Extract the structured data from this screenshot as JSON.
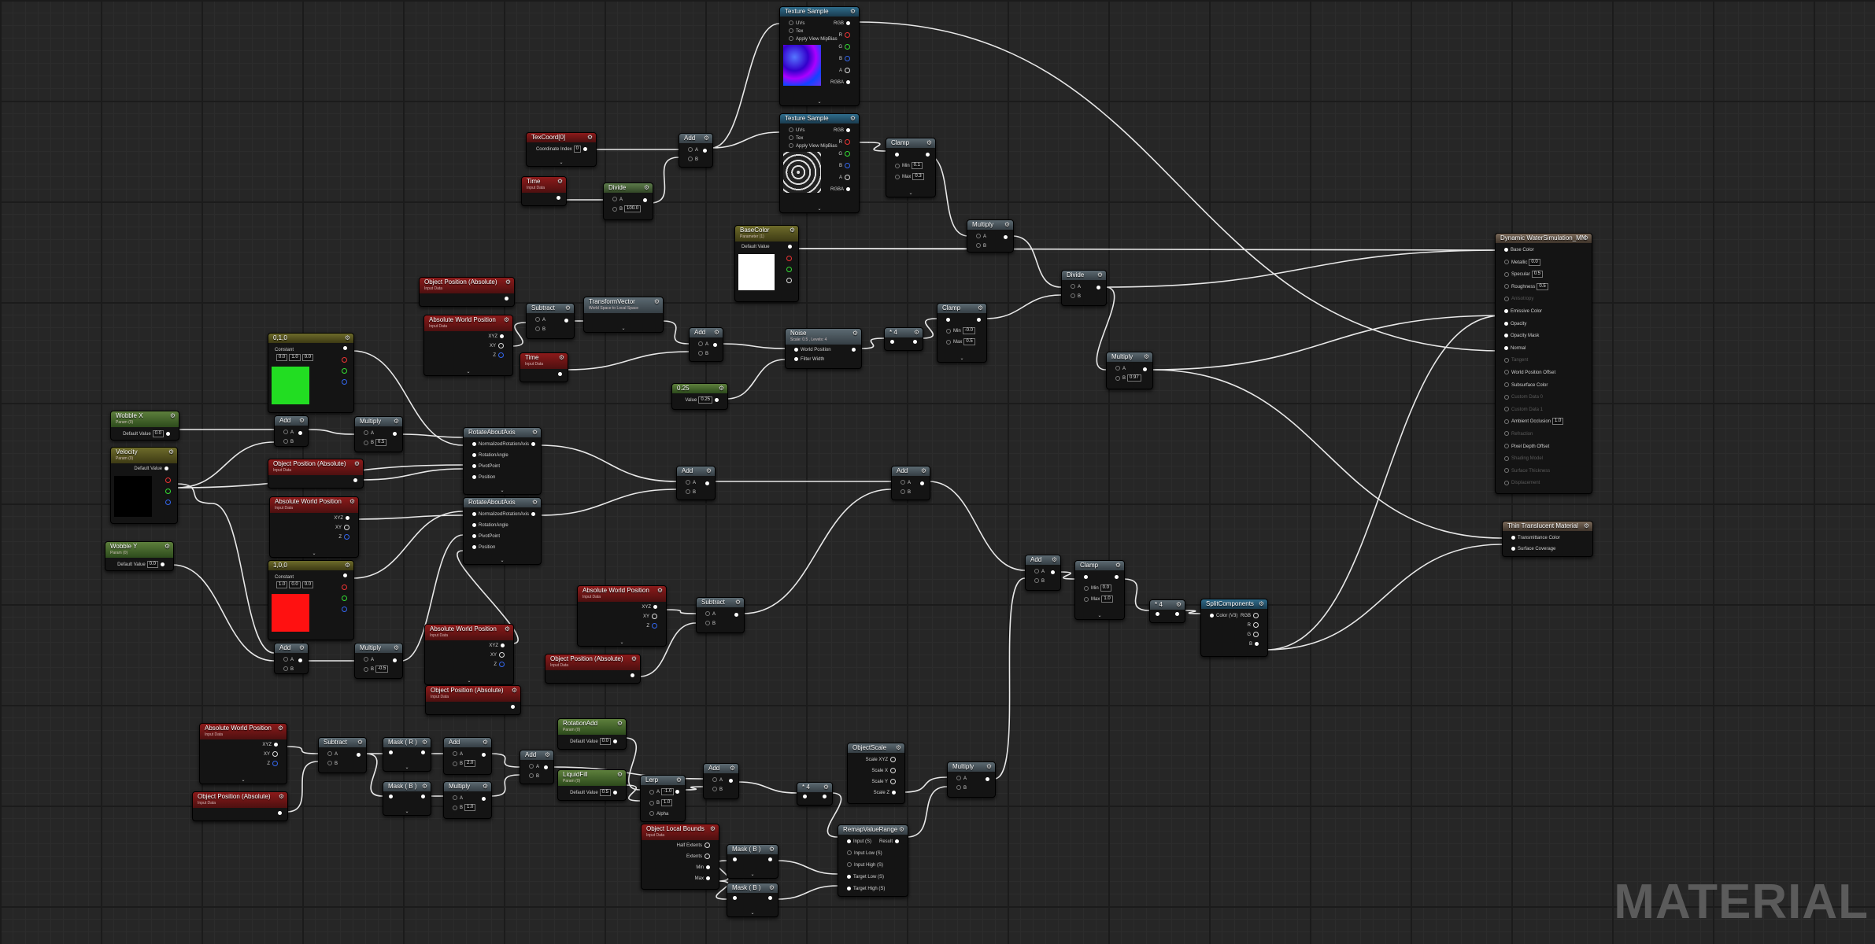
{
  "watermark": "MATERIAL",
  "nodes": {
    "texsample1": {
      "title": "Texture Sample",
      "pins": [
        "UVs",
        "Tex",
        "Apply View MipBias"
      ],
      "outs": [
        "RGB",
        "R",
        "G",
        "B",
        "A",
        "RGBA"
      ]
    },
    "texsample2": {
      "title": "Texture Sample",
      "pins": [
        "UVs",
        "Tex",
        "Apply View MipBias"
      ],
      "outs": [
        "RGB",
        "R",
        "G",
        "B",
        "A",
        "RGBA"
      ]
    },
    "texcoord": {
      "title": "TexCoord[0]",
      "row": "Coordinate Index",
      "value": "0"
    },
    "add_top": {
      "title": "Add",
      "a": "A",
      "b": "B"
    },
    "time_top": {
      "title": "Time",
      "sub": "Input Data"
    },
    "divide_top": {
      "title": "Divide",
      "a": "A",
      "b": "B",
      "bval": "100.0"
    },
    "clamp_top": {
      "title": "Clamp",
      "min": "Min",
      "minval": "0.1",
      "max": "Max",
      "maxval": "0.3"
    },
    "multiply_top": {
      "title": "Multiply",
      "a": "A",
      "b": "B"
    },
    "basecolor": {
      "title": "BaseColor",
      "sub": "Parameter (1)",
      "row": "Default Value"
    },
    "divide_mid": {
      "title": "Divide",
      "a": "A",
      "b": "B"
    },
    "multiply_mid": {
      "title": "Multiply",
      "a": "A",
      "b": "B",
      "bval": "0.97"
    },
    "objpos1": {
      "title": "Object Position (Absolute)",
      "sub": "Input Data"
    },
    "absworld1": {
      "title": "Absolute World Position",
      "sub": "Input Data",
      "outs": [
        "XYZ",
        "XY",
        "Z"
      ]
    },
    "subtract1": {
      "title": "Subtract",
      "a": "A",
      "b": "B"
    },
    "transformvector": {
      "title": "TransformVector",
      "sub": "World Space to Local Space"
    },
    "time_mid": {
      "title": "Time",
      "sub": "Input Data"
    },
    "add_mid": {
      "title": "Add",
      "a": "A",
      "b": "B"
    },
    "noise": {
      "title": "Noise",
      "sub": "Scale: 0.5 , Levels: 4",
      "pins": [
        "World Position",
        "Filter Width"
      ]
    },
    "const_025": {
      "title": "0.25",
      "row": "Value",
      "value": "0.25"
    },
    "mul_4": {
      "title": "* 4"
    },
    "clamp_mid": {
      "title": "Clamp",
      "min": "Min",
      "minval": "-0.0",
      "max": "Max",
      "maxval": "0.5"
    },
    "const3_green": {
      "title": "0,1,0",
      "row": "Constant",
      "vals": [
        "0.0",
        "1.0",
        "0.0"
      ]
    },
    "wobble_x": {
      "title": "Wobble X",
      "sub": "Param (0)",
      "row": "Default Value",
      "value": "0.0"
    },
    "velocity": {
      "title": "Velocity",
      "sub": "Param (0)",
      "row": "Default Value"
    },
    "wobble_y": {
      "title": "Wobble Y",
      "sub": "Param (0)",
      "row": "Default Value",
      "value": "0.0"
    },
    "add_wx": {
      "title": "Add",
      "a": "A",
      "b": "B"
    },
    "mult_wx": {
      "title": "Multiply",
      "a": "A",
      "b": "B",
      "bval": "0.5"
    },
    "rotate1": {
      "title": "RotateAboutAxis",
      "pins": [
        "NormalizedRotationAxis",
        "RotationAngle",
        "PivotPoint",
        "Position"
      ]
    },
    "objpos2": {
      "title": "Object Position (Absolute)",
      "sub": "Input Data"
    },
    "absworld2": {
      "title": "Absolute World Position",
      "sub": "Input Data",
      "outs": [
        "XYZ",
        "XY",
        "Z"
      ]
    },
    "rotate2": {
      "title": "RotateAboutAxis",
      "pins": [
        "NormalizedRotationAxis",
        "RotationAngle",
        "PivotPoint",
        "Position"
      ]
    },
    "const3_red": {
      "title": "1,0,0",
      "row": "Constant",
      "vals": [
        "1.0",
        "0.0",
        "0.0"
      ]
    },
    "add_wy": {
      "title": "Add",
      "a": "A",
      "b": "B"
    },
    "mult_wy": {
      "title": "Multiply",
      "a": "A",
      "b": "B",
      "bval": "-0.5"
    },
    "absworld3": {
      "title": "Absolute World Position",
      "sub": "Input Data",
      "outs": [
        "XYZ",
        "XY",
        "Z"
      ]
    },
    "objpos3": {
      "title": "Object Position (Absolute)",
      "sub": "Input Data"
    },
    "add_rot": {
      "title": "Add",
      "a": "A",
      "b": "B"
    },
    "add_rot2": {
      "title": "Add",
      "a": "A",
      "b": "B"
    },
    "absworld4": {
      "title": "Absolute World Position",
      "sub": "Input Data",
      "outs": [
        "XYZ",
        "XY",
        "Z"
      ]
    },
    "subtract2": {
      "title": "Subtract",
      "a": "A",
      "b": "B"
    },
    "objpos4": {
      "title": "Object Position (Absolute)",
      "sub": "Input Data"
    },
    "add_r": {
      "title": "Add",
      "a": "A",
      "b": "B"
    },
    "clamp_r": {
      "title": "Clamp",
      "min": "Min",
      "minval": "0.0",
      "max": "Max",
      "maxval": "1.0"
    },
    "mul_r": {
      "title": "* 4"
    },
    "splitcomp": {
      "title": "SplitComponents",
      "pins": [
        "Color (V3)"
      ],
      "outs": [
        "RGB",
        "R",
        "G",
        "B"
      ]
    },
    "absworld5": {
      "title": "Absolute World Position",
      "sub": "Input Data",
      "outs": [
        "XYZ",
        "XY",
        "Z"
      ]
    },
    "objpos5": {
      "title": "Object Position (Absolute)",
      "sub": "Input Data"
    },
    "subtract3": {
      "title": "Subtract",
      "a": "A",
      "b": "B"
    },
    "mask_rg": {
      "title": "Mask ( R )"
    },
    "mask_b": {
      "title": "Mask ( B )"
    },
    "add_b": {
      "title": "Add",
      "a": "A",
      "b": "B",
      "bval": "2.0"
    },
    "mult_b": {
      "title": "Multiply",
      "a": "A",
      "b": "B",
      "bval": "1.0"
    },
    "add_bot": {
      "title": "Add",
      "a": "A",
      "b": "B"
    },
    "rotation_add": {
      "title": "RotationAdd",
      "sub": "Param (0)",
      "row": "Default Value",
      "value": "0.0"
    },
    "liquid_fill": {
      "title": "LiquidFill",
      "sub": "Param (0)",
      "row": "Default Value",
      "value": "0.5"
    },
    "lerp": {
      "title": "Lerp",
      "a": "A",
      "aval": "-1.0",
      "b": "B",
      "bval": "1.0",
      "alpha": "Alpha"
    },
    "add_lerp": {
      "title": "Add",
      "a": "A",
      "b": "B"
    },
    "objlocal": {
      "title": "Object Local Bounds",
      "sub": "Input Data",
      "outs": [
        "Half Extents",
        "Extents",
        "Min",
        "Max"
      ]
    },
    "mask_b1": {
      "title": "Mask ( B )"
    },
    "mask_b2": {
      "title": "Mask ( B )"
    },
    "mul_x4": {
      "title": "* 4"
    },
    "objscale": {
      "title": "ObjectScale",
      "outs": [
        "Scale XYZ",
        "Scale X",
        "Scale Y",
        "Scale Z"
      ]
    },
    "remap": {
      "title": "RemapValueRange",
      "pins": [
        "Input (S)",
        "Input Low (S)",
        "Input High (S)",
        "Target Low (S)",
        "Target High (S)"
      ],
      "out": "Result"
    },
    "multiply_bot": {
      "title": "Multiply",
      "a": "A",
      "b": "B"
    },
    "result_main": {
      "title": "Dynamic WaterSimulation_MM",
      "pins": [
        "Base Color",
        "Metallic",
        "Specular",
        "Roughness",
        "Anisotropy",
        "Emissive Color",
        "Opacity",
        "Opacity Mask",
        "Normal",
        "Tangent",
        "World Position Offset",
        "Subsurface Color",
        "Custom Data 0",
        "Custom Data 1",
        "Ambient Occlusion",
        "Refraction",
        "Pixel Depth Offset",
        "Shading Model",
        "Surface Thickness",
        "Displacement"
      ],
      "vals": {
        "Metallic": "0.0",
        "Specular": "0.5",
        "Roughness": "0.5",
        "Ambient Occlusion": "1.0"
      }
    },
    "result_translucent": {
      "title": "Thin Translucent Material",
      "pins": [
        "Transmittance Color",
        "Surface Coverage"
      ]
    }
  },
  "colors": {
    "wire": "#e8e8e8",
    "green_swatch": "#22dd22",
    "red_swatch": "#ff1111",
    "white_swatch": "#ffffff"
  },
  "icons": [
    "gear-icon",
    "chevron-down-icon",
    "pin-icon"
  ]
}
